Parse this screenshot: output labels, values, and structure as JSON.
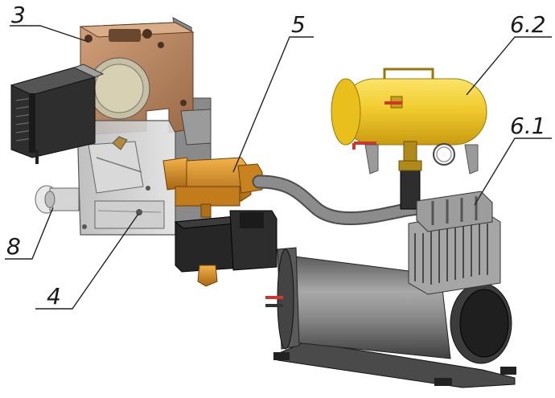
{
  "labels": {
    "l3": "3",
    "l5": "5",
    "l62": "6.2",
    "l61": "6.1",
    "l8": "8",
    "l4": "4"
  },
  "colors": {
    "copper": "#b8835c",
    "steel": "#c9c9c9",
    "tank": "#f1cc2e",
    "brass": "#d9922e",
    "hose": "#6f6f6f",
    "black": "#2a2a2a",
    "red": "#d0362b"
  }
}
